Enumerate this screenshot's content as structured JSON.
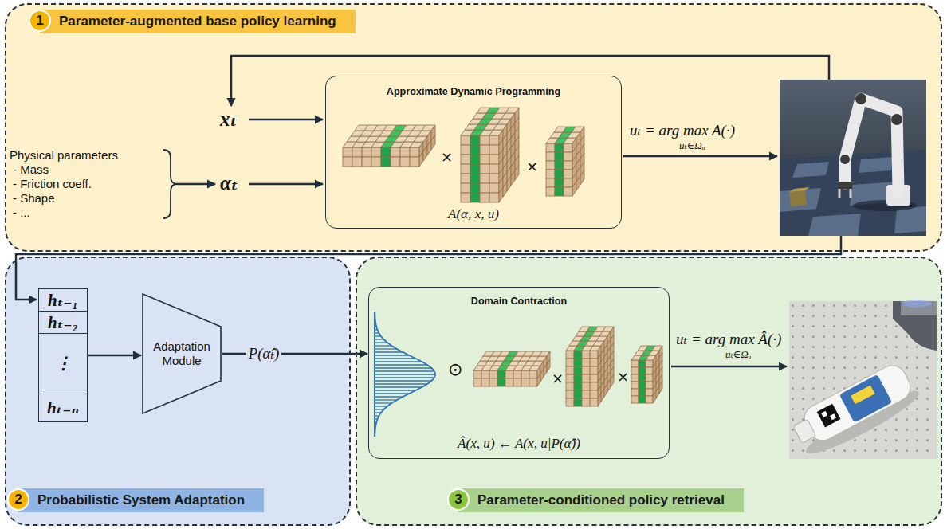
{
  "diagram": {
    "nodes": [
      {
        "text": [
          "Parameter-augmented base policy learning"
        ]
      },
      {
        "text": [
          "1"
        ],
        "in": 0
      },
      {
        "text": [
          "Approximate Dynamic Programming",
          "×",
          "×",
          "A(α, x, u)"
        ],
        "in": 0
      },
      {
        "text": [
          "Probabilistic System Adaptation"
        ]
      },
      {
        "text": [
          "2"
        ],
        "in": 3
      },
      {
        "text": [
          "hₜ₋₁",
          "hₜ₋₂",
          "⋮",
          "hₜ₋ₙ"
        ],
        "in": 3
      },
      {
        "text": [
          "Adaptation Module"
        ],
        "in": 3
      },
      {
        "text": [
          "Parameter-conditioned policy retrieval"
        ]
      },
      {
        "text": [
          "3"
        ],
        "in": 7
      },
      {
        "text": [
          "Domain Contraction",
          "⊙",
          "×",
          "×",
          "Â(x, u) ← A(x, u|P(α̂))"
        ],
        "in": 7
      }
    ],
    "edges": [
      {
        "from": 5,
        "to": 6,
        "arrow": "to"
      },
      {
        "from": 6,
        "to": 9,
        "arrow": "to",
        "label": "P(α̂ₜ)"
      }
    ],
    "labels": [
      "Physical parameters",
      "- Mass",
      "- Friction coeff.",
      "- Shape",
      "- ...",
      "xₜ",
      "αₜ",
      "uₜ = arg max A(·)",
      "uₜ∈Ωᵤ",
      "uₜ = arg max Â(·)",
      "uₜ∈Ωᵤ"
    ]
  }
}
